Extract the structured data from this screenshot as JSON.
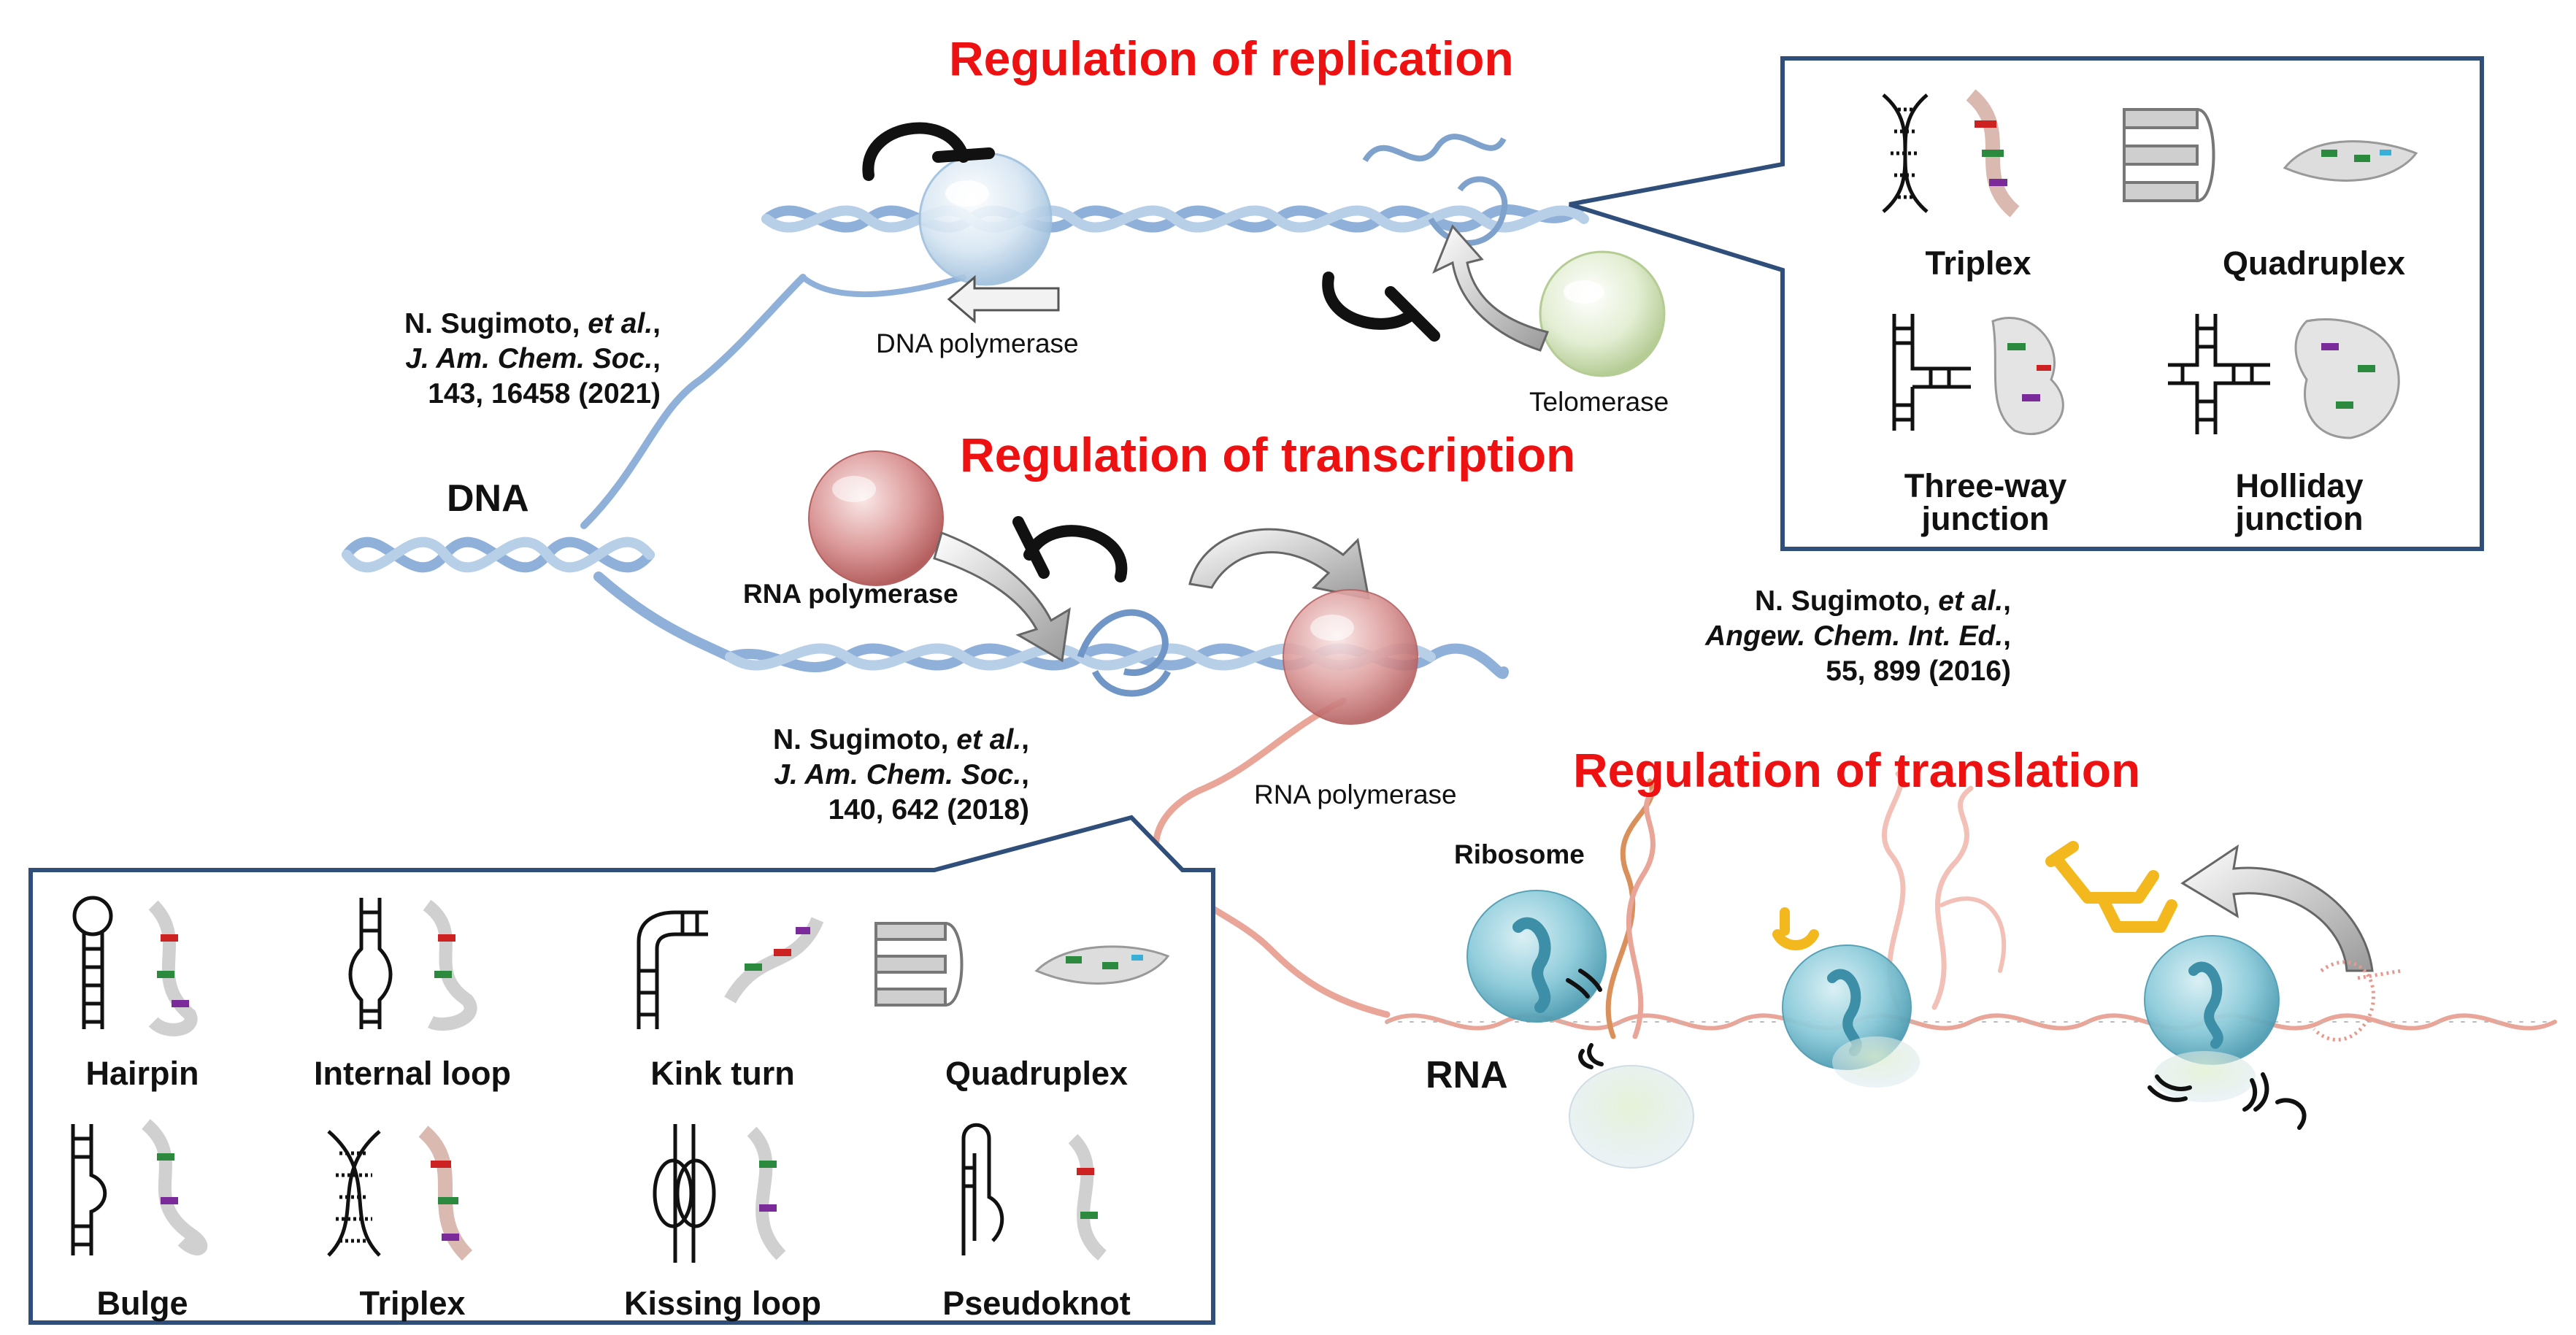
{
  "headings": {
    "replication": "Regulation of replication",
    "transcription": "Regulation of transcription",
    "translation": "Regulation of translation"
  },
  "molecules": {
    "dna": "DNA",
    "rna": "RNA"
  },
  "enzymes": {
    "dna_polymerase": "DNA polymerase",
    "telomerase": "Telomerase",
    "rna_polymerase_1": "RNA polymerase",
    "rna_polymerase_2": "RNA polymerase",
    "ribosome": "Ribosome"
  },
  "citations": [
    {
      "authors": "N. Sugimoto, ",
      "etal": "et al.",
      "comma": ",",
      "journal": "J. Am. Chem. Soc.",
      "journal_comma": ",",
      "ref": "143, 16458 (2021)"
    },
    {
      "authors": "N. Sugimoto, ",
      "etal": "et al.",
      "comma": ",",
      "journal": "J. Am. Chem. Soc.",
      "journal_comma": ",",
      "ref": "140, 642 (2018)"
    },
    {
      "authors": "N. Sugimoto, ",
      "etal": "et al.",
      "comma": ",",
      "journal": "Angew. Chem. Int. Ed.",
      "journal_comma": ",",
      "ref": "55, 899 (2016)"
    }
  ],
  "dna_structures": {
    "triplex": "Triplex",
    "quadruplex": "Quadruplex",
    "three_way_1": "Three-way",
    "three_way_2": "junction",
    "holliday_1": "Holliday",
    "holliday_2": "junction"
  },
  "rna_structures": {
    "hairpin": "Hairpin",
    "internal_loop": "Internal loop",
    "kink_turn": "Kink turn",
    "quadruplex": "Quadruplex",
    "bulge": "Bulge",
    "triplex": "Triplex",
    "kissing_loop": "Kissing loop",
    "pseudoknot": "Pseudoknot"
  },
  "colors": {
    "heading_red": "#ee1111",
    "box_border": "#2f4f7a",
    "dna_blue": "#8fb0d8",
    "rna_pink": "#e8a598",
    "ribosome_teal": "#5fb0c6",
    "rna_polymerase": "#c86e6e",
    "telomerase": "#c9deb0",
    "ligand_yellow": "#f2b81e"
  }
}
